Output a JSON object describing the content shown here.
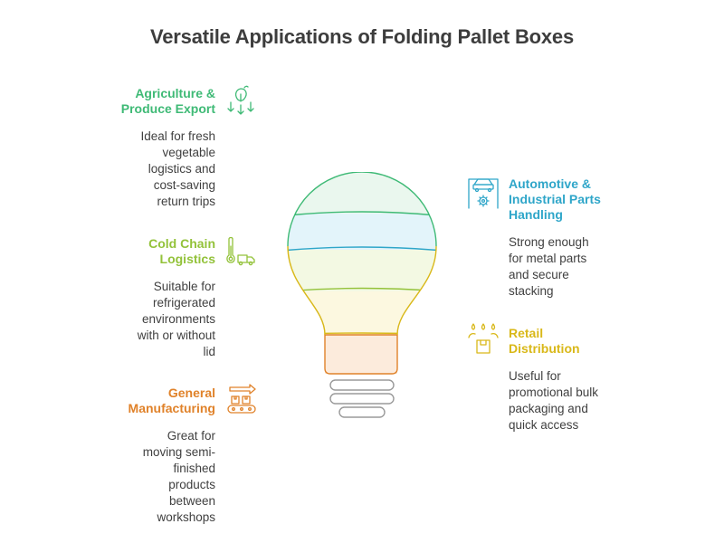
{
  "title": "Versatile Applications of Folding Pallet Boxes",
  "colors": {
    "agriculture": "#3fba76",
    "cold_chain": "#93c23a",
    "manufacturing": "#e0822a",
    "automotive": "#2fa6c9",
    "retail": "#d9b819"
  },
  "items": [
    {
      "key": "agriculture",
      "heading_lines": [
        "Agriculture &",
        "Produce Export"
      ],
      "desc_lines": [
        "Ideal for fresh",
        "vegetable",
        "logistics and",
        "cost-saving",
        "return trips"
      ],
      "icon": "plant-arrows-icon"
    },
    {
      "key": "cold_chain",
      "heading_lines": [
        "Cold Chain",
        "Logistics"
      ],
      "desc_lines": [
        "Suitable for",
        "refrigerated",
        "environments",
        "with or without",
        "lid"
      ],
      "icon": "thermometer-truck-icon"
    },
    {
      "key": "manufacturing",
      "heading_lines": [
        "General",
        "Manufacturing"
      ],
      "desc_lines": [
        "Great for",
        "moving semi-",
        "finished",
        "products",
        "between",
        "workshops"
      ],
      "icon": "conveyor-belt-icon"
    },
    {
      "key": "automotive",
      "heading_lines": [
        "Automotive &",
        "Industrial Parts",
        "Handling"
      ],
      "desc_lines": [
        "Strong enough",
        "for metal parts",
        "and secure",
        "stacking"
      ],
      "icon": "car-lift-gear-icon"
    },
    {
      "key": "retail",
      "heading_lines": [
        "Retail",
        "Distribution"
      ],
      "desc_lines": [
        "Useful for",
        "promotional bulk",
        "packaging and",
        "quick access"
      ],
      "icon": "box-drops-icon"
    }
  ]
}
